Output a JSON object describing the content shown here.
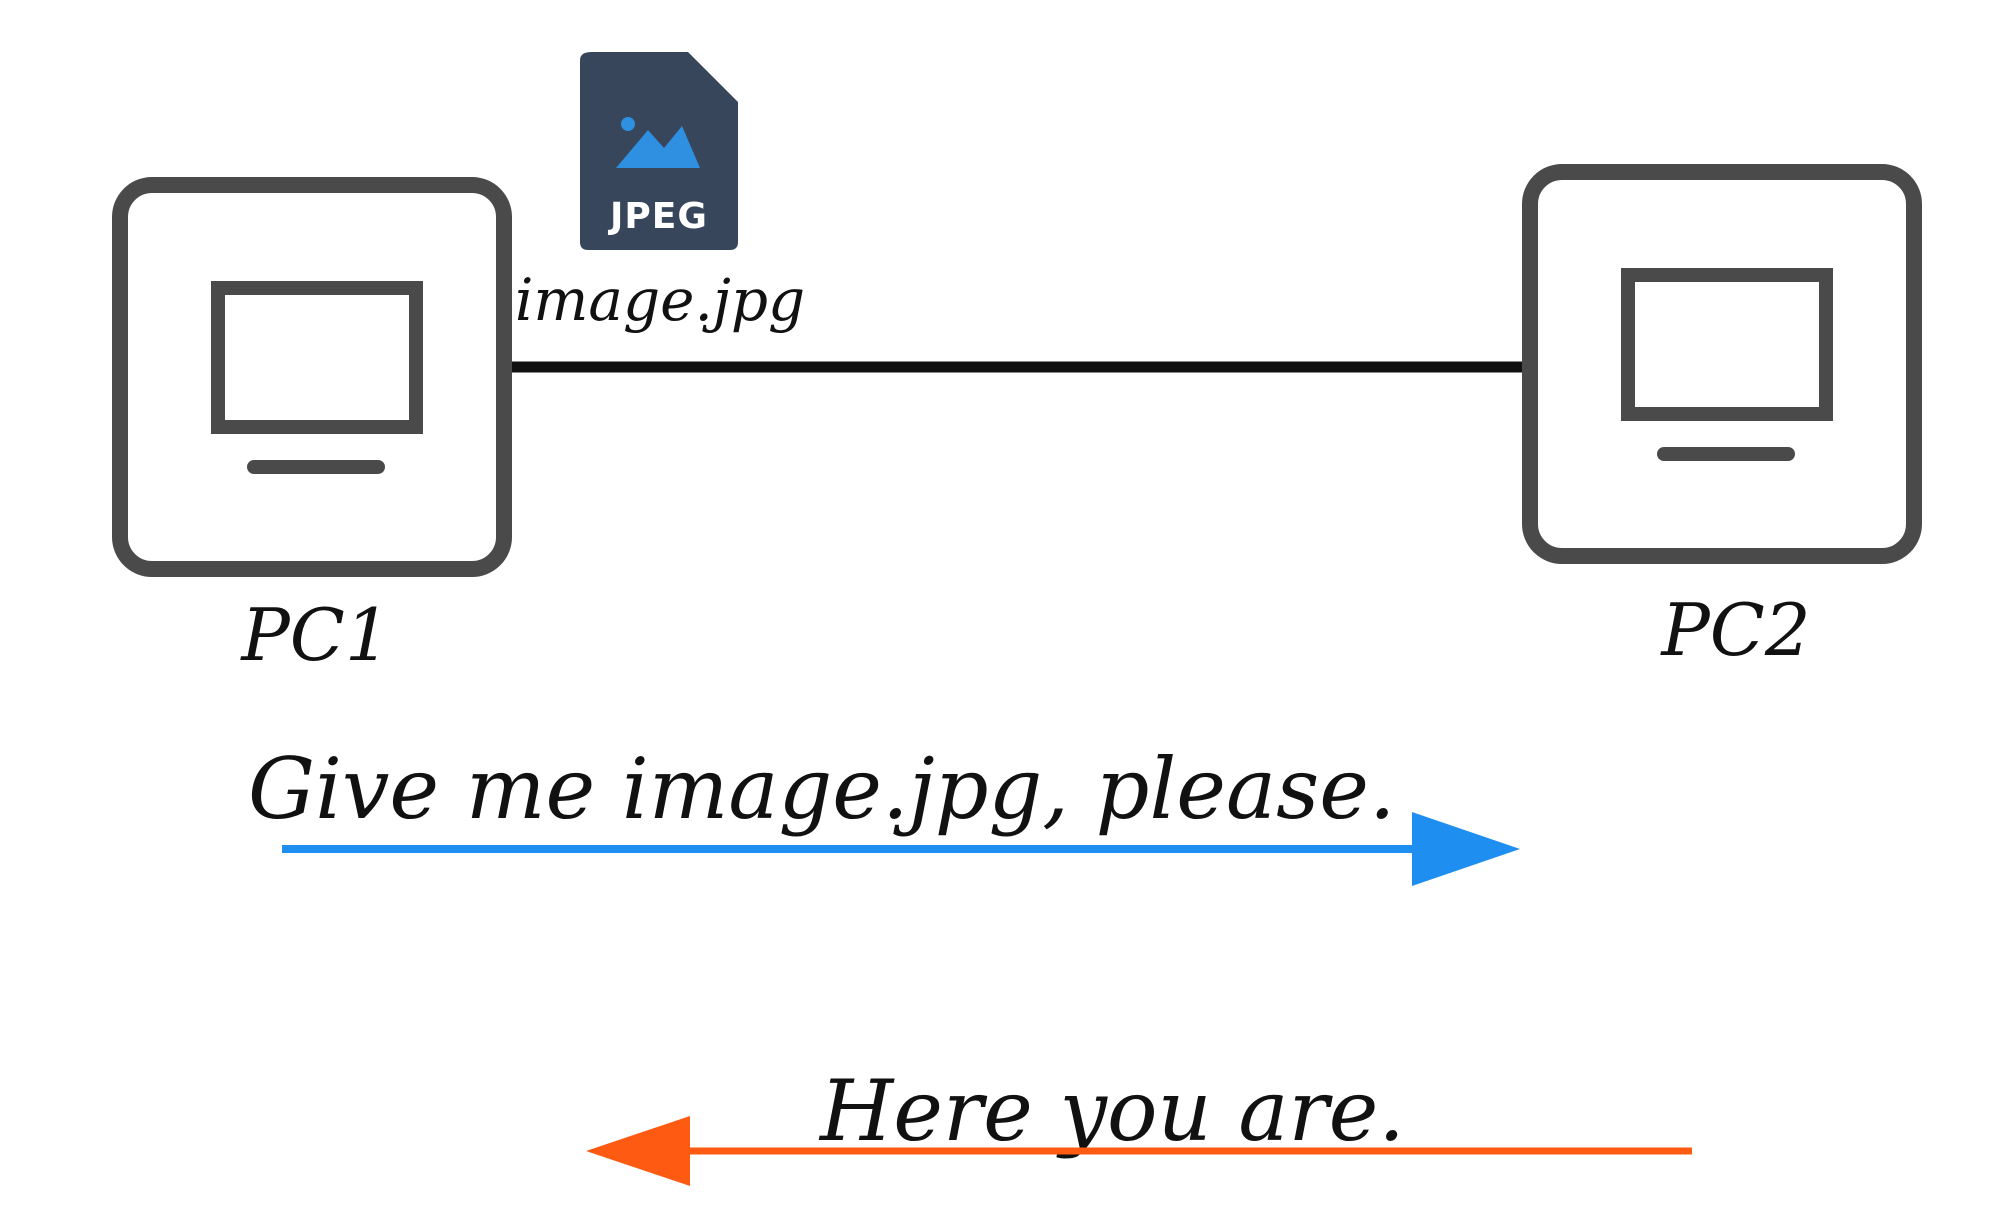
{
  "nodes": {
    "pc1": {
      "label": "PC1",
      "icon": "desktop-computer-icon"
    },
    "pc2": {
      "label": "PC2",
      "icon": "desktop-computer-icon"
    }
  },
  "file": {
    "name": "image.jpg",
    "badge": "JPEG",
    "icon": "jpeg-file-icon"
  },
  "messages": {
    "request": {
      "text": "Give me image.jpg, please.",
      "direction": "PC1 to PC2",
      "color": "#1e8ff0"
    },
    "response": {
      "text": "Here you are.",
      "direction": "PC2 to PC1",
      "color": "#ff5a12"
    }
  },
  "colors": {
    "device_outline": "#4a4a4a",
    "link": "#111111",
    "file_icon": "#37465a",
    "file_image": "#2f8fe0"
  }
}
